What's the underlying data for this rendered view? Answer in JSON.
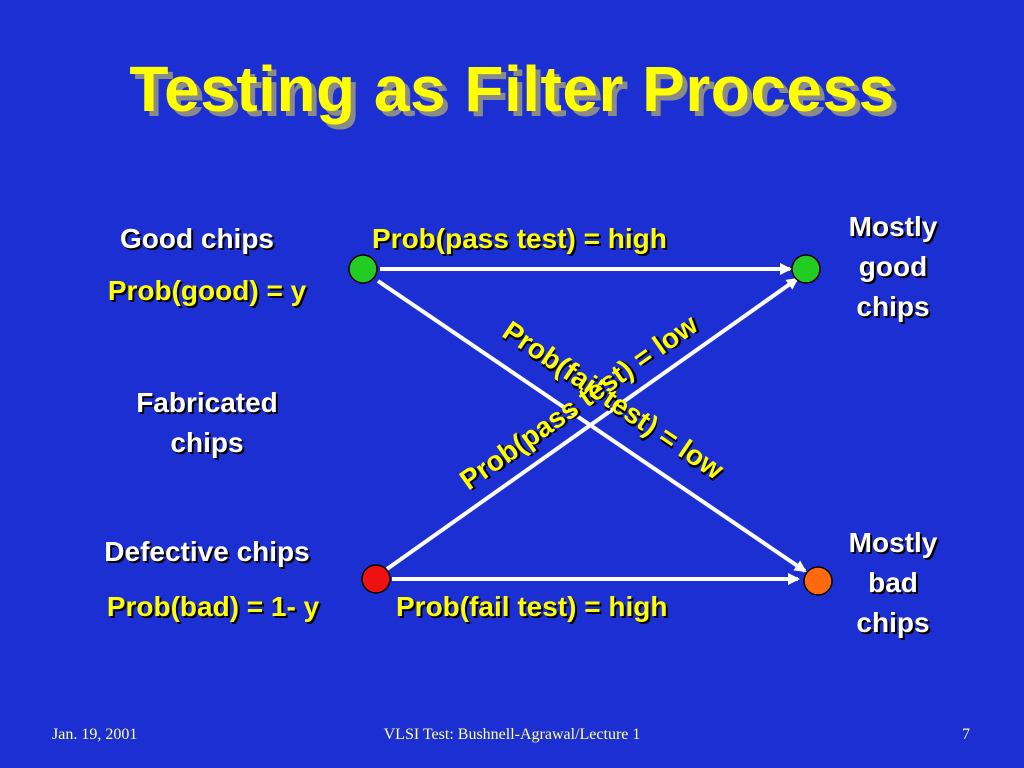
{
  "slide": {
    "title": "Testing as Filter Process",
    "left_labels": {
      "good_chips": "Good chips",
      "prob_good": "Prob(good) = y",
      "fabricated_line1": "Fabricated",
      "fabricated_line2": "chips",
      "defective_chips": "Defective chips",
      "prob_bad": "Prob(bad) = 1- y"
    },
    "edge_labels": {
      "pass_high": "Prob(pass test) = high",
      "fail_low": "Prob(fail test) = low",
      "pass_low": "Prob(pass test) = low",
      "fail_high": "Prob(fail test) = high"
    },
    "right_labels": {
      "good_out_line1": "Mostly",
      "good_out_line2": "good",
      "good_out_line3": "chips",
      "bad_out_line1": "Mostly",
      "bad_out_line2": "bad",
      "bad_out_line3": "chips"
    },
    "node_colors": {
      "good_in": "#22cc22",
      "good_out": "#22cc22",
      "bad_in": "#ee1111",
      "bad_out": "#ff6a10"
    },
    "footer": {
      "date": "Jan. 19, 2001",
      "course": "VLSI Test: Bushnell-Agrawal/Lecture 1",
      "page": "7"
    }
  }
}
